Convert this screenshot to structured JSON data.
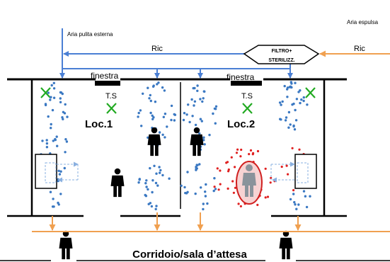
{
  "labels": {
    "clean_air": "Aria pulita esterna",
    "exhaust_air": "Aria espulsa",
    "recirc_left": "Ric",
    "recirc_right": "Ric",
    "filter_line1": "FILTRO+",
    "filter_line2": "STERILIZZ.",
    "window_left": "finestra",
    "window_right": "finestra",
    "ts_left": "T.S",
    "ts_right": "T.S",
    "room_left": "Loc.1",
    "room_right": "Loc.2",
    "corridor": "Corridoio/sala d’attesa"
  },
  "colors": {
    "supply_air": "#4a7fd4",
    "exhaust_air": "#f0a050",
    "clean_particles": "#3a78c2",
    "contaminated_particles": "#e02020",
    "no_mark": "#22aa22",
    "walls": "#000000"
  },
  "icons": {
    "person": "person-icon",
    "infected_person": "infected-person-icon",
    "no_mark": "x-mark-icon",
    "filter_unit": "filter-sterilizer-icon"
  }
}
